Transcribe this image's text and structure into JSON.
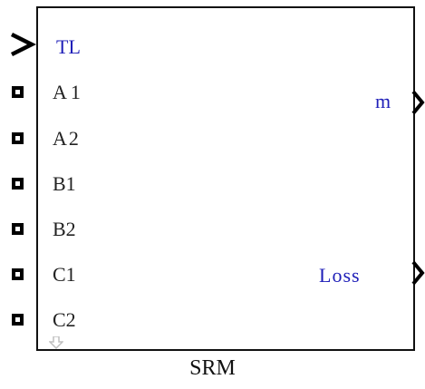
{
  "block": {
    "name": "SRM",
    "inputs": [
      {
        "label": "TL",
        "kind": "signal",
        "color": "#1f1fb8"
      },
      {
        "label": "A1",
        "kind": "conserving",
        "color": "#222222"
      },
      {
        "label": "A2",
        "kind": "conserving",
        "color": "#222222"
      },
      {
        "label": "B1",
        "kind": "conserving",
        "color": "#222222"
      },
      {
        "label": "B2",
        "kind": "conserving",
        "color": "#222222"
      },
      {
        "label": "C1",
        "kind": "conserving",
        "color": "#222222"
      },
      {
        "label": "C2",
        "kind": "conserving",
        "color": "#222222"
      }
    ],
    "outputs": [
      {
        "label": "m",
        "kind": "signal",
        "color": "#1f1fb8"
      },
      {
        "label": "Loss",
        "kind": "signal",
        "color": "#1f1fb8"
      }
    ],
    "colors": {
      "border": "#111111",
      "signal_label": "#1f1fb8",
      "physical_label": "#222222",
      "scroll_icon": "#bfbfbf"
    },
    "icons": {
      "input_arrow": "chevron-right-icon",
      "output_arrow": "chevron-right-icon",
      "physical_port": "square-port-icon",
      "scroll": "down-arrow-icon"
    }
  }
}
